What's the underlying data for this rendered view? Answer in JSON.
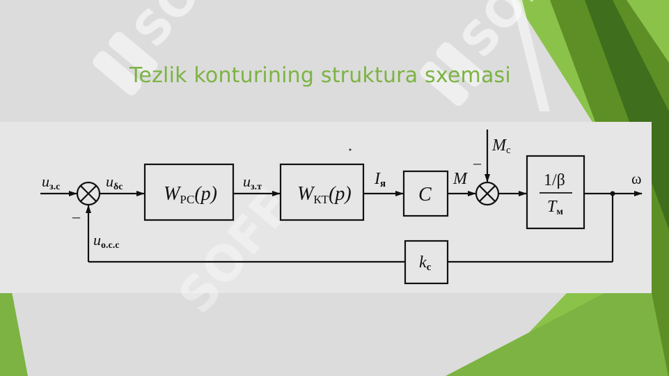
{
  "slide": {
    "title": "Tezlik konturining struktura sxemasi",
    "colors": {
      "background": "#dcdcdc",
      "panel": "#e6e6e6",
      "title": "#7cb342",
      "green_light": "#8bc34a",
      "green_mid": "#6a9f2c",
      "green_dark": "#3f6e1c",
      "watermark": "#ffffff"
    }
  },
  "watermark": {
    "text": "SOFF"
  },
  "diagram": {
    "signals": {
      "u_zc_main": "u",
      "u_zc_sub": "з.с",
      "u_dc_main": "u",
      "u_dc_sub": "δс",
      "u_zt_main": "u",
      "u_zt_sub": "з.т",
      "i_main": "I",
      "i_sub": "я",
      "m": "M",
      "mc_main": "M",
      "mc_sub": "с",
      "omega": "ω",
      "u_osc_main": "u",
      "u_osc_sub": "о.с.с"
    },
    "blocks": {
      "wpc_main": "W",
      "wpc_sub": "РС",
      "wpc_arg": "(p)",
      "wkt_main": "W",
      "wkt_sub": "КТ",
      "wkt_arg": "(p)",
      "c": "C",
      "beta_num": "1/β",
      "tm_main": "T",
      "tm_sub": "м",
      "kc_main": "k",
      "kc_sub": "с"
    },
    "signs": {
      "feedback_minus": "–",
      "load_minus": "–"
    }
  }
}
